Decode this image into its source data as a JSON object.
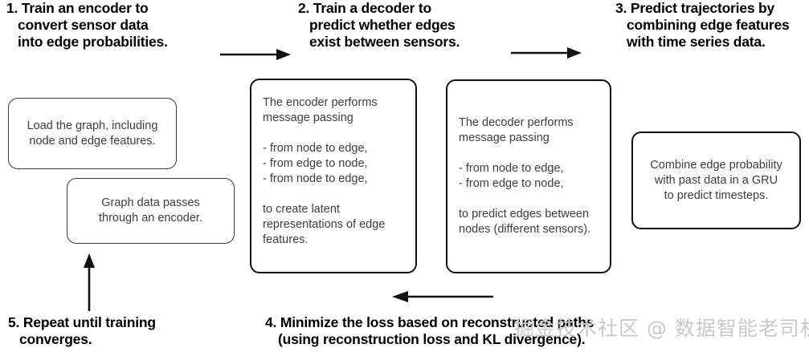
{
  "diagram": {
    "title_steps": [
      {
        "id": "step-1",
        "text": "1. Train an encoder to\n    convert sensor data\n    into edge probabilities."
      },
      {
        "id": "step-2",
        "text": "2. Train a decoder to\n    predict whether edges\n    exist between sensors."
      },
      {
        "id": "step-3",
        "text": "3. Predict trajectories by\n    combining edge features\n    with time series data."
      },
      {
        "id": "step-5",
        "text": "5. Repeat until training\n    converges."
      },
      {
        "id": "step-4",
        "text": "4. Minimize the loss based on reconstructed paths\n(using reconstruction loss and KL divergence)."
      }
    ],
    "boxes": [
      {
        "id": "load-graph",
        "text": "Load the graph, including\nnode and edge features."
      },
      {
        "id": "graph-encoder",
        "text": "Graph data passes\nthrough an encoder."
      },
      {
        "id": "encoder-detail",
        "text": "The encoder performs\nmessage passing\n\n    - from node to edge,\n    - from edge to node,\n    - from node to edge,\n\nto create latent\nrepresentations of edge\nfeatures."
      },
      {
        "id": "decoder-detail",
        "text": "The decoder performs\nmessage passing\n\n    - from node to edge,\n    - from edge to node,\n\nto predict edges between\nnodes (different sensors)."
      },
      {
        "id": "gru-combine",
        "text": "Combine edge probability\nwith past data in a GRU\nto predict timesteps."
      }
    ],
    "arrows": [
      {
        "id": "arrow-step1-to-step2",
        "direction": "right"
      },
      {
        "id": "arrow-step2-to-step3",
        "direction": "right"
      },
      {
        "id": "arrow-loss-feedback",
        "direction": "left"
      },
      {
        "id": "arrow-repeat-up",
        "direction": "up"
      }
    ],
    "watermark": {
      "text": "掘金技术社区 @ 数据智能老司机"
    },
    "colors": {
      "box_border": "#111111",
      "box_text": "#3d3d3d",
      "heading": "#000000",
      "watermark": "#c9c9c9",
      "background": "#ffffff"
    }
  }
}
